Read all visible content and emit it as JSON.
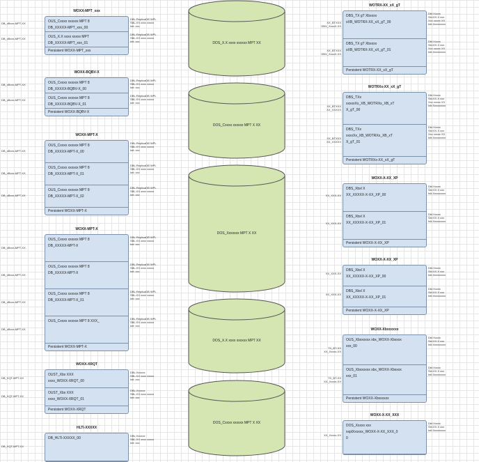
{
  "left": [
    {
      "title": "WOXX-MPT_xxx",
      "rows": [
        "OUS_Cxxxx xxxxxx MPT 8 | DB_XXXXX-MPT_xxx_00",
        "OUS_X.X xxxx xxxxx MPT | DB_XXXXX-MPT_xxx_01"
      ],
      "footer": "Persistent WOXX-MPT_xxx",
      "in": "DB_xBxxx-MPT-XX",
      "out": [
        "DBL:ReplicaDB WPL",
        "SBL:XX xxxx xxxxx",
        "Init: xxx"
      ]
    },
    {
      "title": "WOXX-BQBV-X",
      "rows": [
        "OUS_Cxxxx xxxxxx MPT 8 | DB_XXXXX-BQBV-X_00",
        "OUS_Cxxxx xxxxxx MPT 8 | DB_XXXXX-BQBV-X_01"
      ],
      "footer": "Persistent WOXX-BQBV-X",
      "in": "DB_xBxxx-MPT-XX",
      "out": [
        "DBL:ReplicaDB WPL",
        "SBL:XX xxxx xxxxx",
        "Init: xxx"
      ]
    },
    {
      "title": "WOXX-MPT-X",
      "rows": [
        "OUS_Cxxxx xxxxxx MPT 8 | DB_XXXXX-MPT-X_00",
        "OUS_Cxxxx xxxxxx MPT 8 | DB_XXXXX-MPT-X_01",
        "OUS_Cxxxx xxxxxx MPT 8 | DB_XXXXX-MPT-X_02"
      ],
      "footer": "Persistent WOXX-MPT-X",
      "in": "DB_xBxxx-MPT-XX",
      "out": [
        "DBL:ReplicaDB WPL",
        "SBL:XX xxxx xxxxx",
        "Init: xxx"
      ]
    },
    {
      "title": "WOXX-MPT-X",
      "rows": [
        "OUS_Cxxxx xxxxxx MPT 8 | DB_XXXXX-MPT-X",
        "OUS_Cxxxx xxxxxx MPT 8 | DB_XXXXX-MPT-X",
        "OUS_Cxxxx xxxxxx MPT 8 | DB_XXXXX-MPT-X_01",
        "OUS_Cxxxx xxxxxx MPT 8 XXX_"
      ],
      "footer": "Persistent WOXX-MPT-X",
      "in": "DB_xBxxx-MPT-XX",
      "out": [
        "DBL:ReplicaDB WPL",
        "SBL:XX xxxx xxxxx",
        "Init: xxx"
      ]
    },
    {
      "title": "WOXX-XRQT",
      "rows": [
        "OUST_Xbx XXX | xxxx_WOXX-XRQT_00",
        "OUST_Xbx XXX | xxxx_WOXX-XRQT_01"
      ],
      "footer": "Persistent WOXX-XRQT",
      "in": "DB_XQT-MPT-XX",
      "out": [
        "DBL:Xxxxxx",
        "SBL:XX xxxx xxxxx",
        "Init: xxx"
      ]
    },
    {
      "title": "HLTI-XXXXX",
      "rows": [
        "DB_HLTI-XXXXX_00"
      ],
      "footer": "",
      "in": "DB_XQT-MPT-XX",
      "out": [
        "DBL:Xxxxxx",
        "SBL:XX xxxx xxxxx",
        "Init: xxx"
      ]
    }
  ],
  "cylinders": [
    "DOS_X.X xxxx xxxxxx MPT XX",
    "DOS_Cxxxx xxxxxx MPT X XX",
    "DOS_Xxxxxxx MPT X XX",
    "DOS_X.X xxxx xxxxxx MPT XX",
    "DOS_Cxxxx xxxxxx MPT X XX"
  ],
  "right": [
    {
      "title": "WOTRX-XX_xX_gT",
      "rows": [
        "DBS_TX gT Xbxxxx | xXB_WOTRX-XX_xX_gT_00",
        "DBS_TX gT Xbxxxx | xXB_WOTRX-XX_xX_gT_01"
      ],
      "footer": "Persistent WOTRX-XX_xX_gT",
      "in": [
        "XX_BTXXX",
        "DBX_XxxxX-XX"
      ],
      "out": [
        "Dbl:Xxxxx",
        "Sbl:XX.X xxx",
        "Xxx xxxxx XX",
        "Init:Xxxxxxxxx"
      ]
    },
    {
      "title": "WOTRXx-XX_xX_gT",
      "rows": [
        "DBS_TXx | xxxxxXx_XB_WOTRXx_XB_xT | X_gT_00",
        "DBS_TXx | xxxxXx_XB_WOTRXx_XB_xT | X_gT_01"
      ],
      "footer": "Persistent WOTRXx-XX_xX_gT",
      "in": [
        "XX_BTXXX",
        "XX_XXXXX"
      ],
      "out": [
        "Dbl:Xxxxx",
        "Sbl:XX.X xxx",
        "Xxx xxxxx XX",
        "Init:Xxxxxxxxx"
      ]
    },
    {
      "title": "WOXX-X-XX_XP",
      "rows": [
        "DBS_Xbxl X | XX_XXXXX-X-XX_XP_00",
        "DBS_Xbxl X | XX_XXXXX-X-XX_XP_01"
      ],
      "footer": "Persistent WOXX-X-XX_XP",
      "in": [
        "XX_XXX-XX"
      ],
      "out": [
        "Dbl:Xxxxx",
        "Sbl:XX.X xxx",
        "Init:Xxxxxxxxx"
      ]
    },
    {
      "title": "WOXX-X-XX_XP",
      "rows": [
        "DBS_Xbxl X | XX_XXXXX-X-XX_XP_00",
        "DBS_Xbxl X | XX_XXXXX-X-XX_XP_01"
      ],
      "footer": "Persistent WOXX-X-XX_XP",
      "in": [
        "XX_XXX-XX"
      ],
      "out": [
        "Dbl:Xxxxx",
        "Sbl:XX.X xxx",
        "Init:Xxxxxxxxx"
      ]
    },
    {
      "title": "WOXX-Xbxxxxxx",
      "rows": [
        "OUS_Xbxxxxxx xbx_WOXX-Xbxxxx | xxx_00",
        "OUS_Xbxxxxxx xbx_WOXX-Xbxxxx | xxx_01"
      ],
      "footer": "Persistent WOXX-Xbxxxxxx",
      "in": [
        "TX_BT-XX",
        "XX_Xxxxx-XX"
      ],
      "out": [
        "Dbl:Xxxxx",
        "Sbl:XX.X xxx",
        "Init:Xxxxxxxxx"
      ]
    },
    {
      "title": "WOXX-X-XX_XXX",
      "rows": [
        "DOS_Xxxxx xxx | xxplXxxxxx_WOXX-X-XX_XXX_0 | 0"
      ],
      "footer": "",
      "in": [
        "XX_Xxxxx-XX"
      ],
      "out": [
        "Dbl:Xxxxx",
        "Sbl:XX.X xxx",
        "Init:Xxxxxxxxx"
      ]
    }
  ]
}
